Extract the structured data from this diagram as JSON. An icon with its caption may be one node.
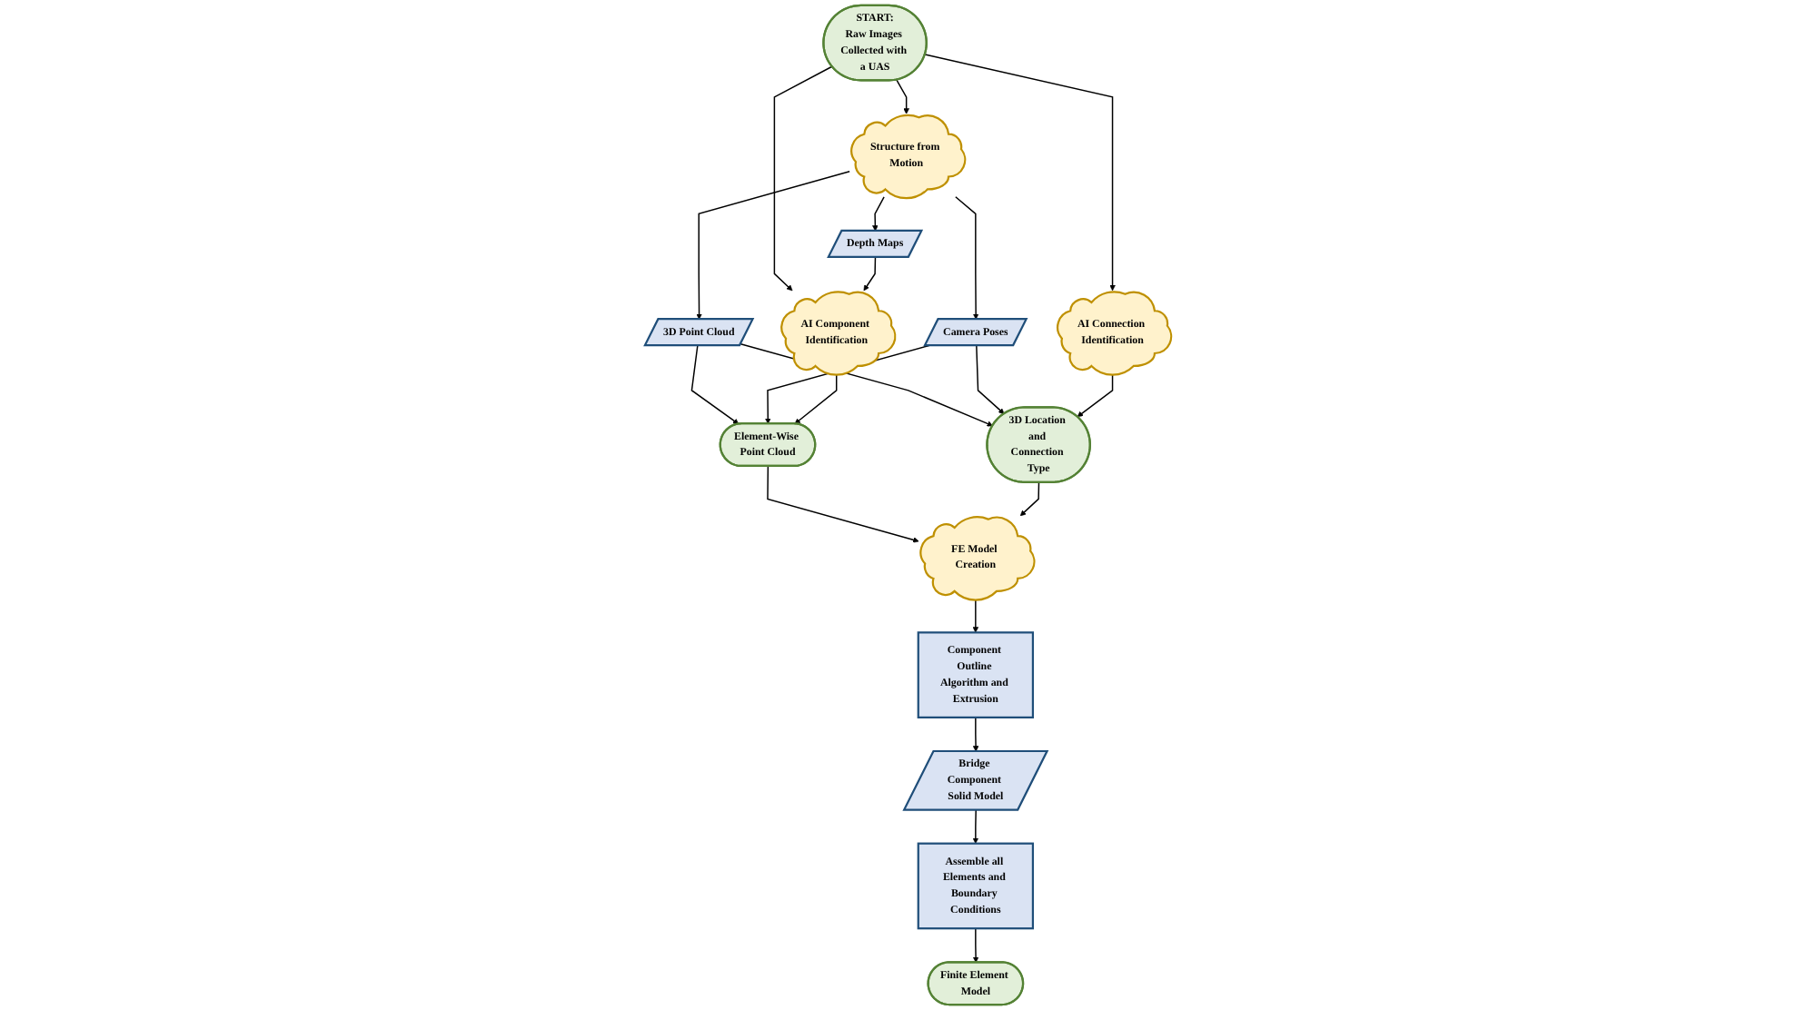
{
  "diagram": {
    "nodes": [
      {
        "text": [
          "START:",
          "Raw Images Collected with a UAS"
        ]
      },
      {
        "text": [
          "Structure from Motion"
        ]
      },
      {
        "text": [
          "Depth Maps"
        ]
      },
      {
        "text": [
          "3D Point Cloud"
        ]
      },
      {
        "text": [
          "Camera Poses"
        ]
      },
      {
        "text": [
          "AI Component Identification"
        ]
      },
      {
        "text": [
          "AI Connection Identification"
        ]
      },
      {
        "text": [
          "Element-Wise Point Cloud"
        ]
      },
      {
        "text": [
          "3D Location and Connection Type"
        ]
      },
      {
        "text": [
          "FE Model Creation"
        ]
      },
      {
        "text": [
          "Component Outline Algorithm and Extrusion"
        ]
      },
      {
        "text": [
          "Bridge Component Solid Model"
        ]
      },
      {
        "text": [
          "Assemble all Elements and Boundary Conditions"
        ]
      },
      {
        "text": [
          "Finite Element Model"
        ]
      }
    ],
    "edges": [
      {
        "from": 0,
        "to": 1,
        "arrow": "to"
      },
      {
        "from": 0,
        "to": 6,
        "arrow": "to"
      },
      {
        "from": 0,
        "to": 5,
        "arrow": "to"
      },
      {
        "from": 1,
        "to": 2,
        "arrow": "to"
      },
      {
        "from": 1,
        "to": 3,
        "arrow": "to"
      },
      {
        "from": 1,
        "to": 4,
        "arrow": "to"
      },
      {
        "from": 2,
        "to": 5,
        "arrow": "to"
      },
      {
        "from": 3,
        "to": 7,
        "arrow": "to"
      },
      {
        "from": 3,
        "to": 8,
        "arrow": "to"
      },
      {
        "from": 4,
        "to": 7,
        "arrow": "to"
      },
      {
        "from": 4,
        "to": 8,
        "arrow": "to"
      },
      {
        "from": 5,
        "to": 7,
        "arrow": "to"
      },
      {
        "from": 6,
        "to": 8,
        "arrow": "to"
      },
      {
        "from": 7,
        "to": 9,
        "arrow": "to"
      },
      {
        "from": 8,
        "to": 9,
        "arrow": "to"
      },
      {
        "from": 9,
        "to": 10,
        "arrow": "to"
      },
      {
        "from": 10,
        "to": 11,
        "arrow": "to"
      },
      {
        "from": 11,
        "to": 12,
        "arrow": "to"
      },
      {
        "from": 12,
        "to": 13,
        "arrow": "to"
      }
    ]
  }
}
